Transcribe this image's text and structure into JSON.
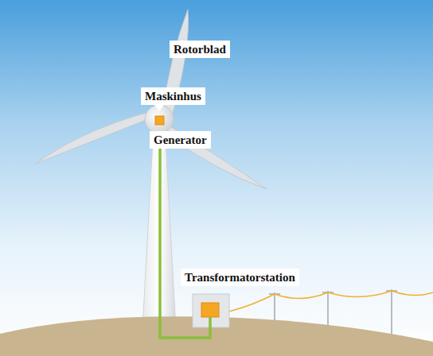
{
  "diagram": {
    "labels": [
      "Rotorblad",
      "Maskinhus",
      "Generator",
      "Transformatorstation"
    ]
  }
}
